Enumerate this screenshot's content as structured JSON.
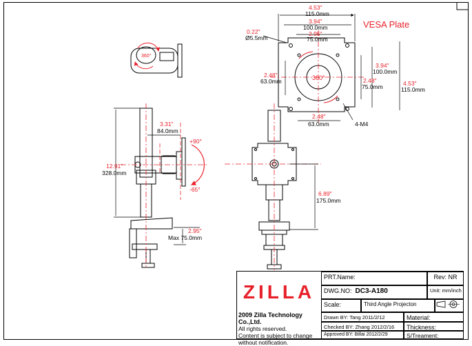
{
  "drawing": {
    "vesa_title": "VESA Plate",
    "dims": {
      "w453_in": "4.53\"",
      "w453_mm": "115.0mm",
      "w394_in": "3.94\"",
      "w394_mm": "100.0mm",
      "w295_in": "2.95\"",
      "w295_mm": "75.0mm",
      "hole_in": "0.22\"",
      "hole_mm": "Ø5.5mm",
      "l248_in": "2.48\"",
      "l248_mm": "63.0mm",
      "r394_in": "3.94\"",
      "r394_mm": "100.0mm",
      "r248_in": "2.48\"",
      "r248_mm": "75.0mm",
      "r453_in": "4.53\"",
      "r453_mm": "115.0mm",
      "b248_in": "2.48\"",
      "b248_mm": "63.0mm",
      "screw": "4-M4",
      "rot360": "360°",
      "top360": "360°",
      "arm_in": "3.31\"",
      "arm_mm": "84.0mm",
      "pole_in": "12.91\"",
      "pole_mm": "328.0mm",
      "tilt_up": "+90°",
      "tilt_down": "-65°",
      "clamp_in": "2.95\"",
      "clamp_mm": "Max 75.0mm",
      "h689_in": "6.89\"",
      "h689_mm": "175.0mm"
    }
  },
  "title_block": {
    "logo": "ZILLA",
    "company": "2009 Zilla Technology Co.,Ltd.",
    "rights_1": "All rights reserved.",
    "rights_2": "Content is subject to change",
    "rights_3": "without notification.",
    "prt_name_label": "PRT.Name:",
    "rev_label": "Rev:",
    "rev_value": "NR",
    "dwg_label": "DWG.NO:",
    "dwg_value": "DC3-A180",
    "unit": "Unit: mm/inch",
    "scale_label": "Scale:",
    "projection": "Third Angle Projecton",
    "drawn": "Drawn BY:  Tang  2011/2/12",
    "material": "Material:",
    "checked": "Checked BY:  Zhang  2012/2/16",
    "thickness": "Thickness:",
    "approved": "Approved BY:  Billai  2012/2/29",
    "treatment": "S/Treament:"
  }
}
